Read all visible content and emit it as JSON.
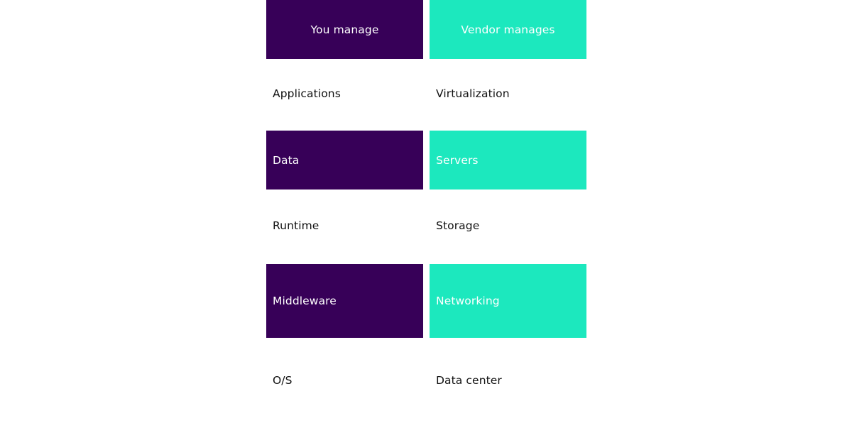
{
  "colors": {
    "you_manage": "#370058",
    "vendor_manages": "#1ce8be",
    "plain_text": "#111111",
    "block_text": "#ffffff",
    "background": "#ffffff"
  },
  "headers": {
    "left": "You manage",
    "right": "Vendor manages"
  },
  "rows": [
    {
      "left": "Applications",
      "right": "Virtualization",
      "filled": false
    },
    {
      "left": "Data",
      "right": "Servers",
      "filled": true
    },
    {
      "left": "Runtime",
      "right": "Storage",
      "filled": false
    },
    {
      "left": "Middleware",
      "right": "Networking",
      "filled": true
    },
    {
      "left": "O/S",
      "right": "Data center",
      "filled": false
    }
  ]
}
